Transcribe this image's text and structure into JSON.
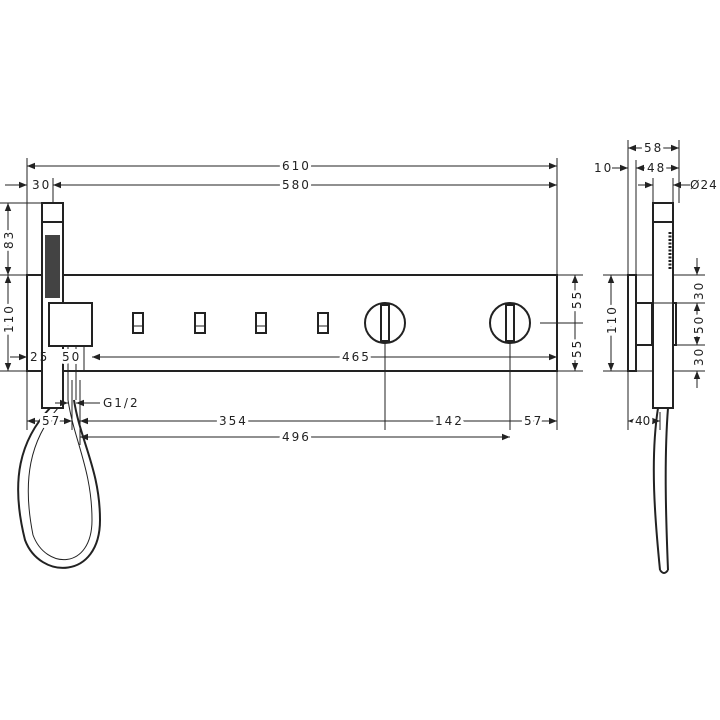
{
  "front_view": {
    "dims": {
      "overall_width": "610",
      "plate_width": "580",
      "offset_left": "30",
      "shower_above": "83",
      "plate_height": "110",
      "holder_offset": "25",
      "holder_width": "50",
      "holder_to_right": "465",
      "shower_center": "57",
      "outlet_to_knob1": "354",
      "knob_spacing": "142",
      "knob2_to_edge": "57",
      "outlet_to_knob2": "496",
      "thread": "G1/2",
      "half_height_top": "55",
      "half_height_bottom": "55"
    }
  },
  "side_view": {
    "dims": {
      "total_depth": "58",
      "projection": "48",
      "plate_depth": "10",
      "shower_diameter": "Ø24",
      "height": "110",
      "top_gap": "30",
      "holder_height": "50",
      "bottom_gap": "30",
      "hose_offset": "40"
    }
  },
  "colors": {
    "line": "#222222",
    "background": "#ffffff"
  }
}
